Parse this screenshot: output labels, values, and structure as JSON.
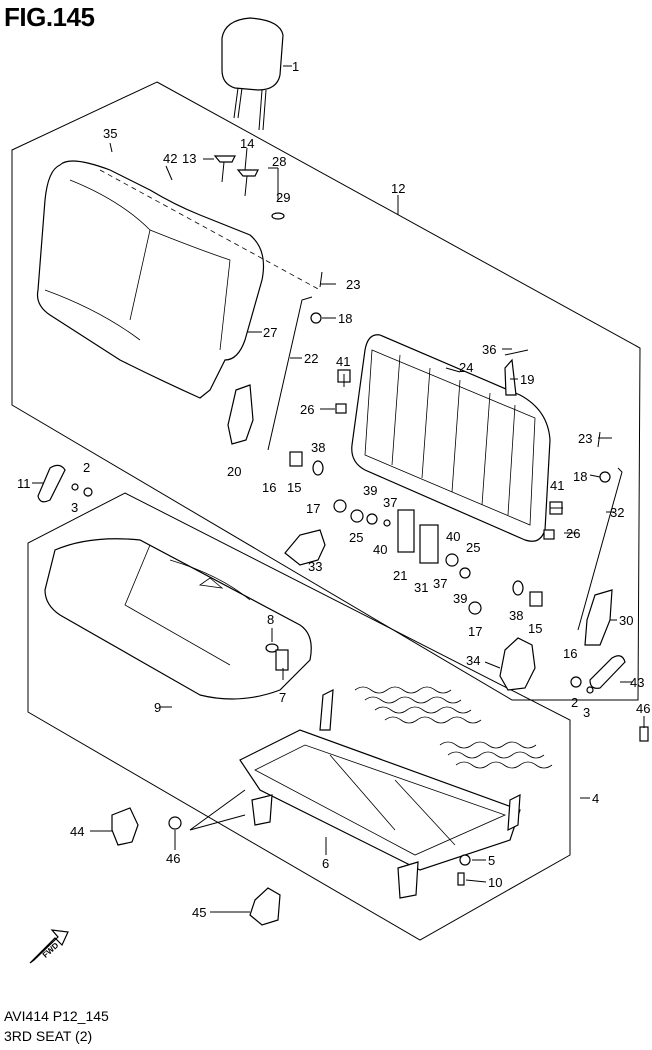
{
  "figure_title": "FIG.145",
  "footer": {
    "code": "AVI414 P12_145",
    "caption": "3RD SEAT (2)"
  },
  "fwd_arrow": {
    "text": "FWD"
  },
  "callouts": {
    "c1": "1",
    "c2a": "2",
    "c2b": "2",
    "c3a": "3",
    "c3b": "3",
    "c4": "4",
    "c5": "5",
    "c6": "6",
    "c7": "7",
    "c8": "8",
    "c9": "9",
    "c10": "10",
    "c11": "11",
    "c12": "12",
    "c13": "13",
    "c14": "14",
    "c15a": "15",
    "c15b": "15",
    "c16a": "16",
    "c16b": "16",
    "c17a": "17",
    "c17b": "17",
    "c18a": "18",
    "c18b": "18",
    "c19": "19",
    "c20": "20",
    "c21": "21",
    "c22": "22",
    "c23a": "23",
    "c23b": "23",
    "c24": "24",
    "c25a": "25",
    "c25b": "25",
    "c26a": "26",
    "c26b": "26",
    "c27": "27",
    "c28": "28",
    "c29": "29",
    "c30": "30",
    "c31": "31",
    "c32": "32",
    "c33": "33",
    "c34": "34",
    "c35": "35",
    "c36": "36",
    "c37a": "37",
    "c37b": "37",
    "c38a": "38",
    "c38b": "38",
    "c39a": "39",
    "c39b": "39",
    "c40a": "40",
    "c40b": "40",
    "c41a": "41",
    "c41b": "41",
    "c42": "42",
    "c43": "43",
    "c44": "44",
    "c45": "45",
    "c46a": "46",
    "c46b": "46"
  }
}
